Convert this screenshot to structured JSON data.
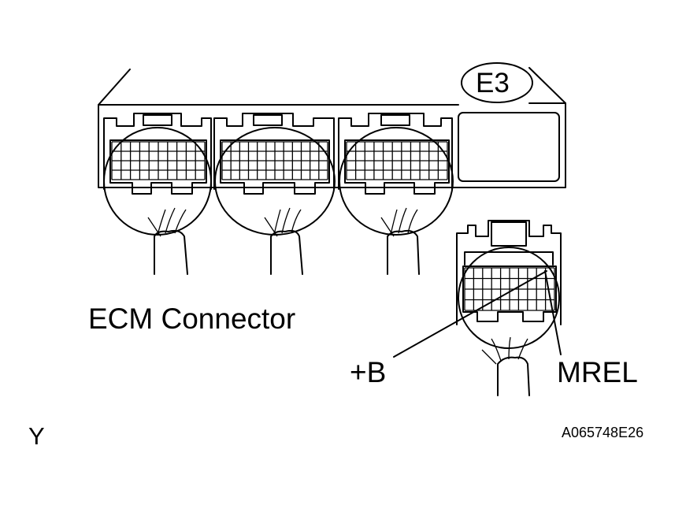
{
  "diagram": {
    "connector_code": "E3",
    "ecm_label": "ECM Connector",
    "terminal_plus_b": "+B",
    "terminal_mrel": "MREL",
    "corner_code": "Y",
    "figure_code": "A065748E26"
  }
}
